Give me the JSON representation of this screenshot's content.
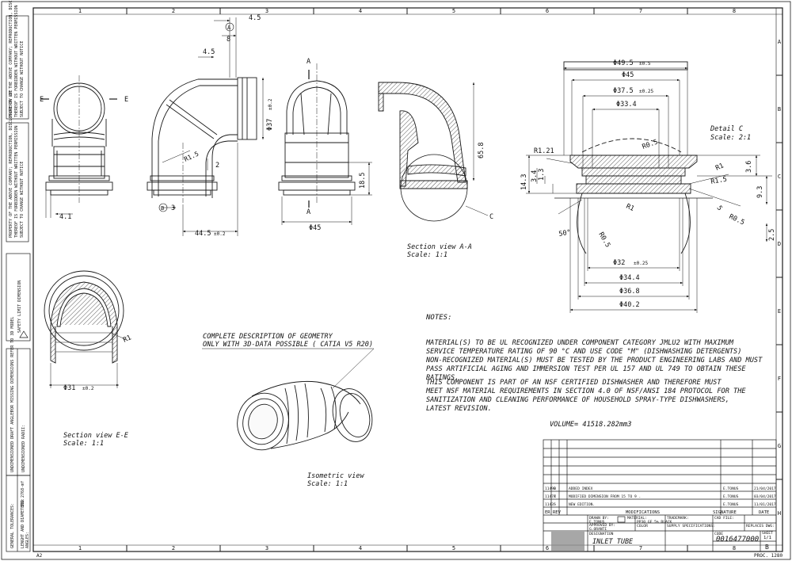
{
  "grid": {
    "cols": [
      "1",
      "2",
      "3",
      "4",
      "5",
      "6",
      "7",
      "8"
    ],
    "rows": [
      "A",
      "B",
      "C",
      "D",
      "E",
      "F",
      "G",
      "H"
    ]
  },
  "views": {
    "section_aa": {
      "title": "Section view A-A",
      "scale": "Scale:  1:1"
    },
    "section_ee": {
      "title": "Section view E-E",
      "scale": "Scale:  1:1"
    },
    "detail_c": {
      "title": "Detail C",
      "scale": "Scale:  2:1"
    },
    "isometric": {
      "title": "Isometric view",
      "scale": "Scale:  1:1"
    }
  },
  "markers": {
    "A": "A",
    "B": "B",
    "C": "C",
    "E": "E"
  },
  "dims": {
    "d4_5_top": "4.5",
    "d8": "8",
    "d4_5": "4.5",
    "phi37": "Φ37",
    "phi37_tol": "±0.2",
    "r1_5": "R1.5",
    "d2": "2",
    "d3": "3",
    "d4_1": "4.1",
    "d44_5": "44.5",
    "d44_5_tol": "±0.2",
    "d18_5": "18.5",
    "phi45_front": "Φ45",
    "d65_8": "65.8",
    "phi49_5": "Φ49.5",
    "phi49_5_tol": "±0.5",
    "phi45": "Φ45",
    "phi37_5": "Φ37.5",
    "phi37_5_tol": "±0.25",
    "phi33_4": "Φ33.4",
    "r0_5a": "R0.5",
    "r1_21": "R1.21",
    "r1a": "R1",
    "r1_5b": "R1.5",
    "d3_6": "3.6",
    "d9_3": "9.3",
    "r0_5b": "R0.5",
    "d5": "5",
    "d2_5": "2.5",
    "r1b": "R1",
    "r0_5c": "R0.5",
    "a50": "50°",
    "d14_3": "14.3",
    "d3_4": "3.4",
    "d1_3": "1.3",
    "phi32": "Φ32",
    "phi32_tol": "±0.25",
    "phi34_4": "Φ34.4",
    "phi36_8": "Φ36.8",
    "phi40_2": "Φ40.2",
    "phi31": "Φ31",
    "phi31_tol": "±0.2",
    "r1_ee": "R1"
  },
  "geometry_note": {
    "line1": "COMPLETE DESCRIPTION OF GEOMETRY",
    "line2": "ONLY WITH 3D-DATA POSSIBLE ( CATIA V5 R20)"
  },
  "notes": {
    "heading": "NOTES:",
    "p1": "MATERIAL(S) TO BE UL RECOGNIZED UNDER COMPONENT CATEGORY JMLU2 WITH MAXIMUM\nSERVICE TEMPERATURE RATING OF 90 °C AND USE CODE \"M\" (DISHWASHING DETERGENTS)\nNON-RECOGNIZED MATERIAL(S) MUST BE TESTED BY THE PRODUCT ENGINEERING LABS AND MUST\nPASS ARTIFICIAL AGING AND IMMERSION TEST PER UL 157 AND UL 749 TO OBTAIN THESE RATINGS.",
    "p2": " THIS COMPONENT IS PART OF AN NSF CERTIFIED DISHWASHER AND THEREFORE MUST\nMEET NSF MATERIAL REQUIREMENTS IN SECTION 4.0 OF NSF/ANSI 184 PROTOCOL FOR THE\nSANITIZATION AND CLEANING PERFORMANCE OF HOUSEHOLD SPRAY-TYPE DISHWASHERS,\nLATEST REVISION.",
    "volume": "VOLUME= 41518.282mm3"
  },
  "title_block": {
    "rev_rows": [
      {
        "no": "11490",
        "rev": "B",
        "desc": "ADDED INDEX",
        "sig": "E.TONUS",
        "date": "21/04/2017"
      },
      {
        "no": "11477",
        "rev": "A",
        "desc": "MODIFIED DIMENSION FROM 15 TO 9 .",
        "sig": "E.TONUS",
        "date": "03/04/2017"
      },
      {
        "no": "11435",
        "rev": "-",
        "desc": "NEW EDITION.",
        "sig": "E.TONUS",
        "date": "11/01/2017"
      }
    ],
    "er": "ER",
    "rev": "REV",
    "modifications": "MODIFICATIONS",
    "signature": "SIGNATURE",
    "date": "DATE",
    "drawn_by": "DRAWN BY:",
    "drawn_by_val": "E.TONUS",
    "approved_by": "APPROVED BY:",
    "approved_val": "G.ORANTI",
    "material_lbl": "MATERIAL:",
    "material_val": "PP30 GF 5% BLACK",
    "color_lbl": "COLOR",
    "supply_spec": "SUPPLY SPECIFICATIONS:",
    "replaces": "REPLACES DWG:",
    "trademark": "TRADEMARK:",
    "cad": "CAD FILE:",
    "sheet_lbl": "SHEET",
    "sheet_val": "1/1",
    "designation": "DESIGNATION",
    "part_name": "INLET TUBE",
    "code_lbl": "CODE",
    "code": "0016477000",
    "rev_letter": "B",
    "format": "A2",
    "proc": "PROC. 1280"
  },
  "left_margin": {
    "general_tol": "GENERAL TOLERANCES:",
    "lengths": "LENGHT AND DIAMETERS:",
    "lengths_val": "ISO 2768-mf",
    "angles": "ANGLES:",
    "unmarked_draft": "UNDIMENSIONED DRAFT ANGLES:",
    "unmarked_radii": "UNDIMENSIONED RADII:",
    "missing_dims": "FOR MISSING DIMENSIONS REFER TO 3D MODEL",
    "safety": "SAFETY LIMIT DIMENSION",
    "prop1": "PROPERTY OF THE ABOVE COMPANY; REPRODUCTION, DISCLOSURE OR USE",
    "prop2": "THEREOF IS FORBIDDEN WITHOUT WRITTEN PERMISSION",
    "prop3": "SUBJECT TO CHANGE WITHOUT NOTICE"
  },
  "colors": {
    "line": "#1a1a1a",
    "hatch": "#333333",
    "redact": "#8a8a8a"
  }
}
